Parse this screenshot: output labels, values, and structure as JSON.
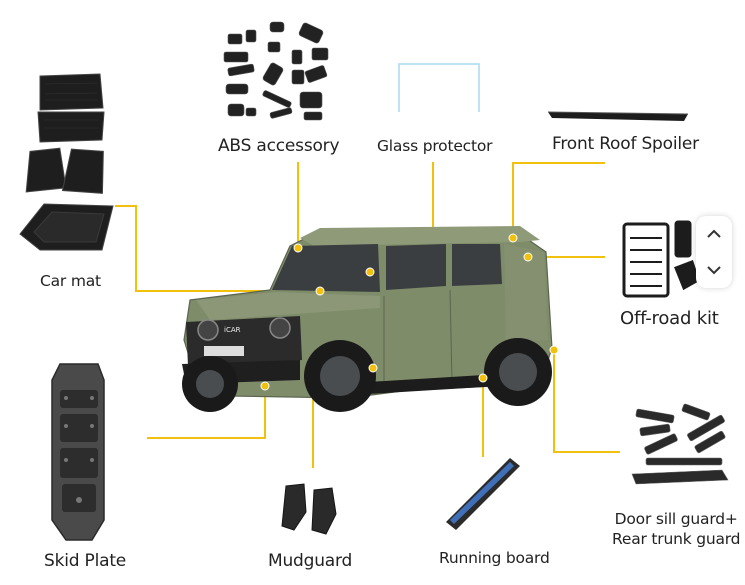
{
  "labels": {
    "abs_accessory": "ABS accessory",
    "glass_protector": "Glass protector",
    "front_roof_spoiler": "Front Roof Spoiler",
    "car_mat": "Car mat",
    "off_road_kit": "Off-road kit",
    "skid_plate": "Skid Plate",
    "mudguard": "Mudguard",
    "running_board": "Running board",
    "door_sill_line1": "Door sill guard+",
    "door_sill_line2": "Rear trunk guard"
  },
  "vehicle": {
    "badge": "iCAR",
    "body_color": "#7f8c6a",
    "roof_color": "#8e9a78"
  },
  "colors": {
    "callout_line": "#f2c10d",
    "callout_dot": "#f2c10d",
    "glass_protector_frame": "#a9dcf0",
    "part_black": "#1c1c1c"
  },
  "scroll_widget": {
    "up_icon": "chevron-up-icon",
    "down_icon": "chevron-down-icon"
  }
}
